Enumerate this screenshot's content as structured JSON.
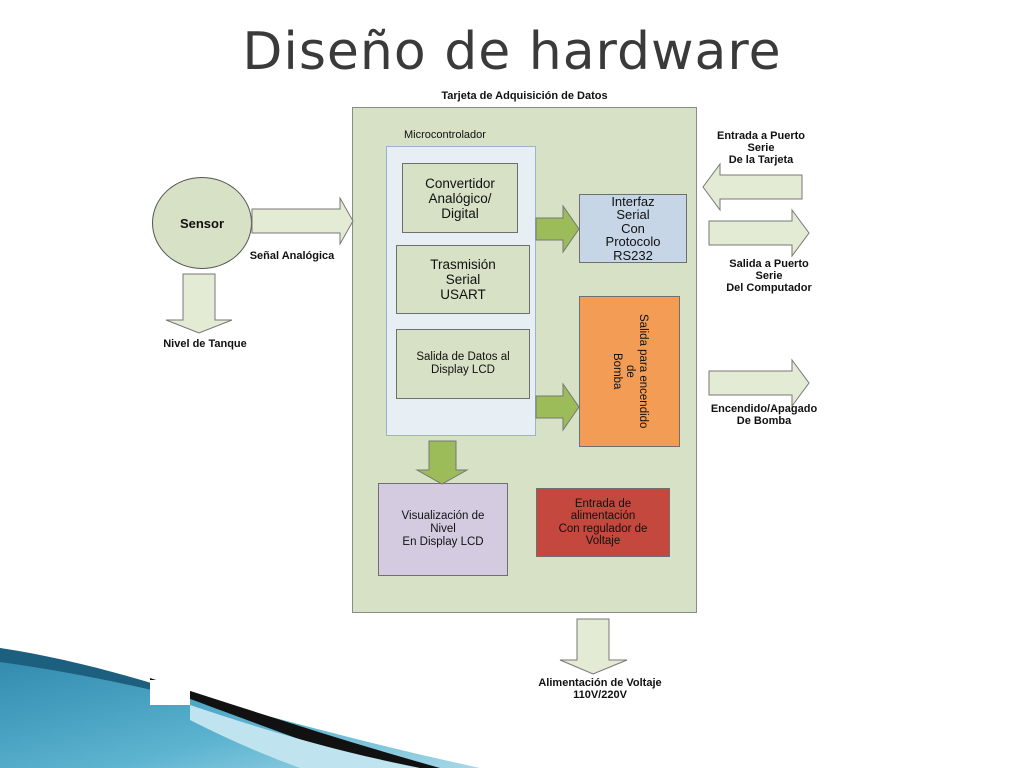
{
  "title": "Diseño de hardware",
  "board": {
    "label": "Tarjeta de Adquisición de Datos",
    "microcontroller_label": "Microcontrolador"
  },
  "blocks": {
    "adc": "Convertidor\nAnalógico/\nDigital",
    "usart": "Trasmisión\nSerial\nUSART",
    "lcd_out": "Salida de Datos al\nDisplay LCD",
    "serial": "Interfaz\nSerial\nCon\nProtocolo\nRS232",
    "pump": "Salida para encendido\nde\nBomba",
    "display": "Visualización de\nNivel\nEn Display LCD",
    "power": "Entrada de\nalimentación\nCon regulador de\nVoltaje",
    "sensor": "Sensor"
  },
  "labels": {
    "analog_signal": "Señal Analógica",
    "tank_level": "Nivel de Tanque",
    "serial_in": "Entrada a Puerto\nSerie\nDe la Tarjeta",
    "serial_out": "Salida a Puerto\nSerie\nDel Computador",
    "pump_onoff": "Encendido/Apagado\nDe Bomba",
    "voltage": "Alimentación de Voltaje\n110V/220V"
  },
  "colors": {
    "board": "#d6e1c5",
    "microcontroller": "#e7eff4",
    "serial": "#c7d6e7",
    "pump": "#f39c56",
    "display": "#d5cbe1",
    "power": "#c4483d",
    "arrow_fill": "#9cbb59",
    "arrow_outline": "#e3ebd5"
  }
}
